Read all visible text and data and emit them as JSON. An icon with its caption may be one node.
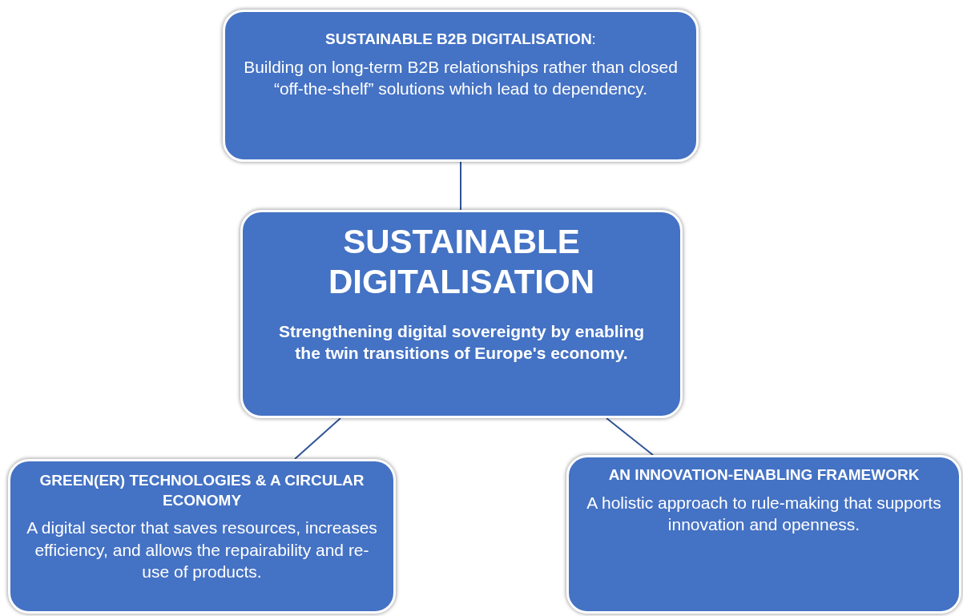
{
  "diagram": {
    "nodes": [
      {
        "text": [
          "**SUSTAINABLE B2B DIGITALISATION**:",
          "Building on long-term B2B relationships rather than closed “off-the-shelf” solutions which lead to dependency."
        ]
      },
      {
        "text": [
          "SUSTAINABLE DIGITALISATION",
          "Strengthening digital sovereignty by enabling the twin transitions of Europe's economy."
        ]
      },
      {
        "text": [
          "GREEN(ER) TECHNOLOGIES & A CIRCULAR ECONOMY",
          "A digital sector that saves resources, increases efficiency, and allows the repairability and re-use of products."
        ]
      },
      {
        "text": [
          "AN INNOVATION-ENABLING FRAMEWORK",
          "A holistic approach to rule-making that supports innovation and openness."
        ]
      }
    ],
    "edges": [
      {
        "from": 0,
        "to": 1,
        "arrow": "none"
      },
      {
        "from": 1,
        "to": 2,
        "arrow": "none"
      },
      {
        "from": 1,
        "to": 3,
        "arrow": "none"
      }
    ]
  }
}
